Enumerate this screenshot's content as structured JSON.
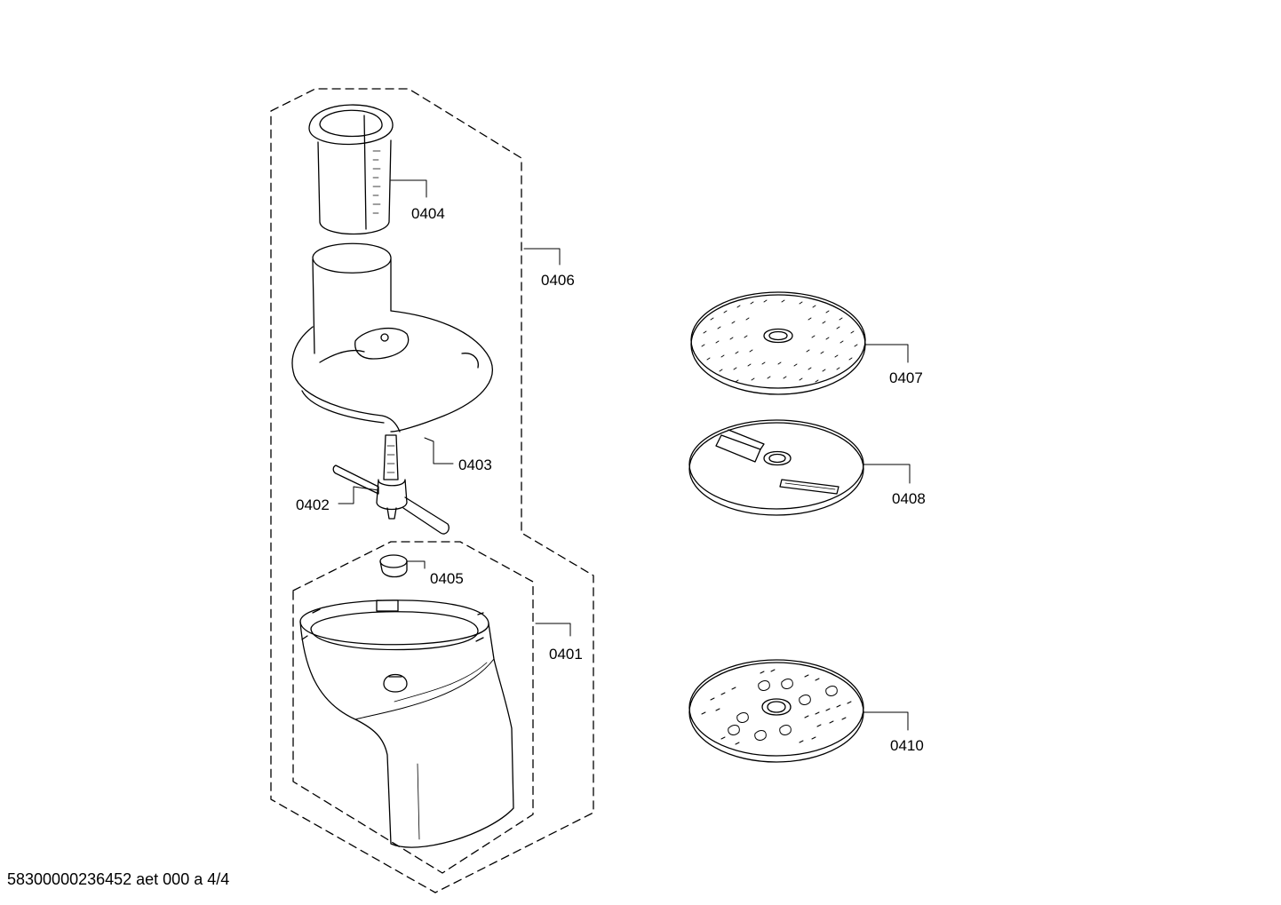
{
  "diagram": {
    "labels": {
      "p0401": "0401",
      "p0402": "0402",
      "p0403": "0403",
      "p0404": "0404",
      "p0405": "0405",
      "p0406": "0406",
      "p0407": "0407",
      "p0408": "0408",
      "p0410": "0410"
    }
  },
  "footer": {
    "text": "58300000236452 aet 000 a 4/4"
  },
  "colors": {
    "line": "#000000",
    "background": "#ffffff"
  }
}
